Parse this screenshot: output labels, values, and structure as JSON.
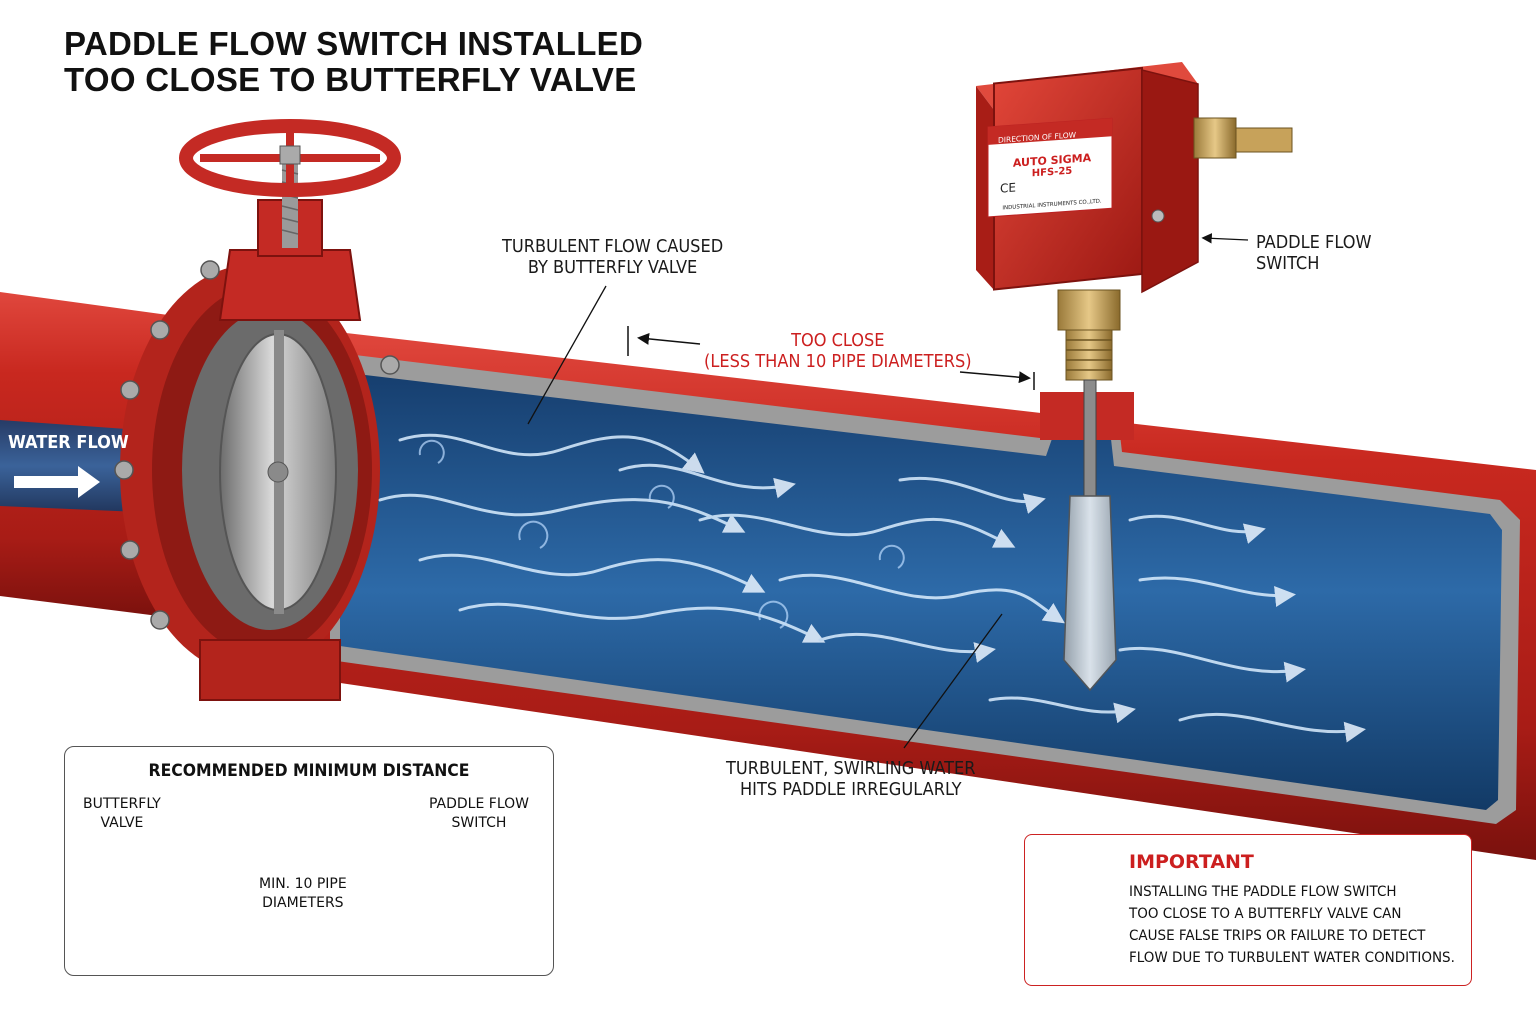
{
  "title": {
    "line1": "PADDLE FLOW SWITCH INSTALLED",
    "line2": "TOO CLOSE TO BUTTERFLY VALVE"
  },
  "labels": {
    "water_flow": "WATER FLOW",
    "turbulent_caused_line1": "TURBULENT FLOW CAUSED",
    "turbulent_caused_line2": "BY BUTTERFLY VALVE",
    "too_close_line1": "TOO CLOSE",
    "too_close_line2": "(LESS THAN 10 PIPE DIAMETERS)",
    "paddle_flow_switch_line1": "PADDLE FLOW",
    "paddle_flow_switch_line2": "SWITCH",
    "swirling_line1": "TURBULENT, SWIRLING WATER",
    "swirling_line2": "HITS PADDLE IRREGULARLY"
  },
  "device_plate": {
    "direction": "DIRECTION OF FLOW",
    "brand": "AUTO SIGMA",
    "model": "HFS-25",
    "ce_mark": "CE",
    "maker": "INDUSTRIAL INSTRUMENTS CO.,LTD."
  },
  "recommended_panel": {
    "title": "RECOMMENDED MINIMUM DISTANCE",
    "valve_line1": "BUTTERFLY",
    "valve_line2": "VALVE",
    "switch_line1": "PADDLE FLOW",
    "switch_line2": "SWITCH",
    "distance_line1": "MIN. 10 PIPE",
    "distance_line2": "DIAMETERS"
  },
  "important": {
    "heading": "IMPORTANT",
    "line1": "INSTALLING THE PADDLE FLOW SWITCH",
    "line2": "TOO CLOSE TO A BUTTERFLY VALVE CAN",
    "line3": "CAUSE FALSE TRIPS OR FAILURE TO DETECT",
    "line4": "FLOW DUE TO TURBULENT WATER CONDITIONS."
  },
  "colors": {
    "pipe_red": "#c42a24",
    "water_blue": "#1f4f86",
    "warning_red": "#cc1f1f"
  }
}
